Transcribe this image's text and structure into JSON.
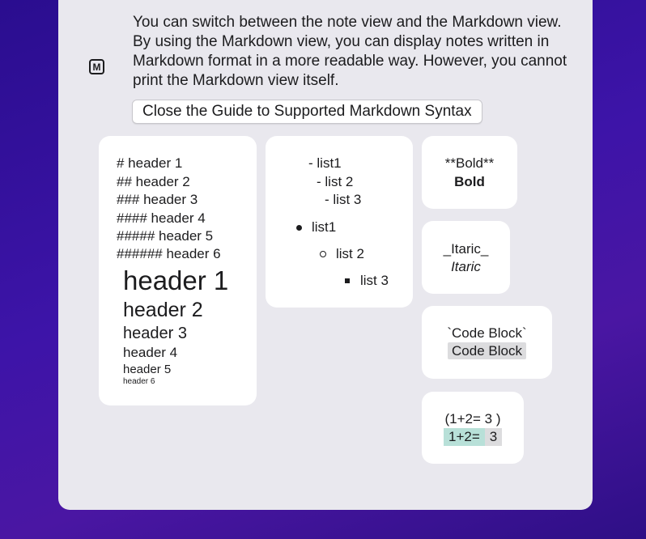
{
  "guide": {
    "icon_letter": "M",
    "description": "You can switch between the note view and the Markdown view. By using the Markdown view, you can display notes written in Markdown format in a more readable way. However, you cannot print the Markdown view itself.",
    "close_button": "Close the Guide to Supported Markdown Syntax"
  },
  "headers": {
    "syntax": [
      "# header 1",
      "## header 2",
      "### header 3",
      "#### header 4",
      "##### header 5",
      "###### header 6"
    ],
    "rendered": [
      "header 1",
      "header 2",
      "header 3",
      "header 4",
      "header 5",
      "header 6"
    ]
  },
  "lists": {
    "syntax": [
      "- list1",
      "- list 2",
      "- list 3"
    ],
    "rendered": [
      "list1",
      "list 2",
      "list 3"
    ]
  },
  "bold": {
    "syntax": "**Bold**",
    "rendered": "Bold"
  },
  "italic": {
    "syntax": "_Itaric_",
    "rendered": "Itaric"
  },
  "code": {
    "syntax": "`Code Block`",
    "rendered": "Code Block"
  },
  "math": {
    "syntax": "(1+2= 3 )",
    "rendered_expr": "1+2=",
    "rendered_result": "3"
  },
  "colors": {
    "background": "#3d14a8",
    "panel": "#e9e8ee",
    "card": "#ffffff",
    "math_highlight": "#b8e0d8",
    "code_bg": "#dcdcde"
  }
}
